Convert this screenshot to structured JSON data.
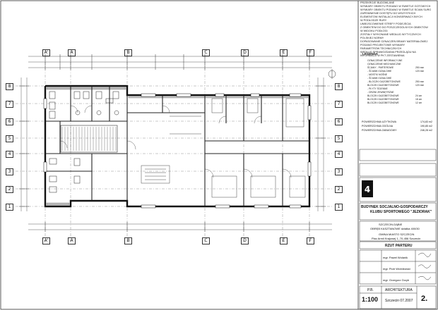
{
  "notes": [
    "PRZEKROJE BUDOWLANE",
    "WYMIARY OBIEKTU PODANO W ŚWIETLE GOTOWYCH",
    "WYMIARY OBIEKTU PODANO W ŚWIETLE ŚCIAN SUROWYCH",
    "ZAPEWNIENIE DOSTĘPU DO WSZYSTKICH",
    "ELEMENTÓW INSTALACJI KONSERWACYJNYCH",
    "W PODŁODZE RURY",
    "UMIEJSCOWIENIE STREFY PODEJŚCIA",
    "Z OBIEKTEM DO DO POSZCZEGÓLNYCH OBIEKTÓW",
    "W WIDOKU PODŁOGI",
    "ZOSTAŁY WYKONANE WEDŁUG WYTYCZNYCH",
    "POLSKIEJ NORMY",
    "DOPASOWANIE OZNACZEŃ BRAMY MATERIAŁOWEJ",
    "PODANO PROJEKTOWE WYMIARY",
    "PARAMETRÓW TECHNICZNYCH",
    "WEDŁUG SPRAWOZDANIA PRZEGLĄDU NA",
    "INFORMACJI W PKT ZESTAWIENIA"
  ],
  "legend": {
    "title": "LEGENDA",
    "rows": [
      "OZNACZENIE INFORMACYJNE",
      "OZNACZENIE MECHANICZNE",
      "ŚCIANY - PARTEROWE",
      "- ŚCIANKI DZIAŁOWE",
      "- MOSTKI NOŚNE",
      "- ŚCIANKI DZIAŁOWE",
      "- BLOCZKI GAZOBETONOWE",
      "BLOCZKI GAZOBETONOWE",
      "- PŁYTY ŚCIENNE",
      "- DRZWI ZEWNĘTRZNE",
      "BLOCZKI GAZOBETONOWE",
      "BLOCZKI GAZOBETONOWE",
      "BLOCZKI GAZOBETONOWE"
    ],
    "values": [
      "",
      "",
      "250 mm",
      "120 mm",
      "",
      "",
      "250 mm",
      "120 mm",
      "",
      "",
      "24 cm",
      "18 cm",
      "12 cm"
    ]
  },
  "areas": [
    {
      "label": "POWIERZCHNIA UŻYTKOWA",
      "value": "174,83 m2"
    },
    {
      "label": "POWIERZCHNIA OGÓLNA",
      "value": "190,85 m2"
    },
    {
      "label": "POWIERZCHNIA ZABUDOWY",
      "value": "246,28 m2"
    }
  ],
  "title_block": {
    "project": "BUDYNEK SOCJALNO-GOSPODARCZY",
    "project2": "KLUBU SPORTOWEGO \"JEZIORAK\"",
    "location": "SZCZECIN-DĄBIE",
    "address": "OBRĘB KASZTANOWE działka 400/30",
    "investor": "GMINA MIASTO SZCZECIN",
    "investor_addr": "Plac Armii Krajowej 1, 70-456 Szczecin",
    "sheet_title": "RZUT PARTERU",
    "phase": "P.B.",
    "branch": "ARCHITEKTURA",
    "scale": "1:100",
    "date": "Szczecin 07.2007",
    "sheet_no": "2."
  },
  "team": [
    "mgr. Paweł Wolanik",
    "mgr. Piotr Wróblewski",
    "mgr. Grzegorz Grzyb"
  ],
  "grid": {
    "top": [
      "A'",
      "A",
      "B",
      "C",
      "D",
      "E",
      "F"
    ],
    "left": [
      "8",
      "7",
      "6",
      "5",
      "4",
      "3",
      "2",
      "1"
    ]
  }
}
